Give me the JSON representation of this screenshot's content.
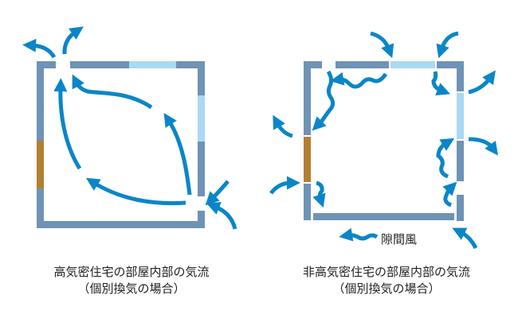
{
  "diagrams": [
    {
      "caption_line1": "高気密住宅の部屋内部の気流",
      "caption_line2": "（個別換気の場合）"
    },
    {
      "caption_line1": "非高気密住宅の部屋内部の気流",
      "caption_line2": "（個別換気の場合）"
    }
  ],
  "legend": {
    "draft_label": "隙間風"
  },
  "colors": {
    "wall": "#6f93b5",
    "window": "#aad9f3",
    "door": "#b37f33",
    "airflow": "#0a86c8"
  }
}
